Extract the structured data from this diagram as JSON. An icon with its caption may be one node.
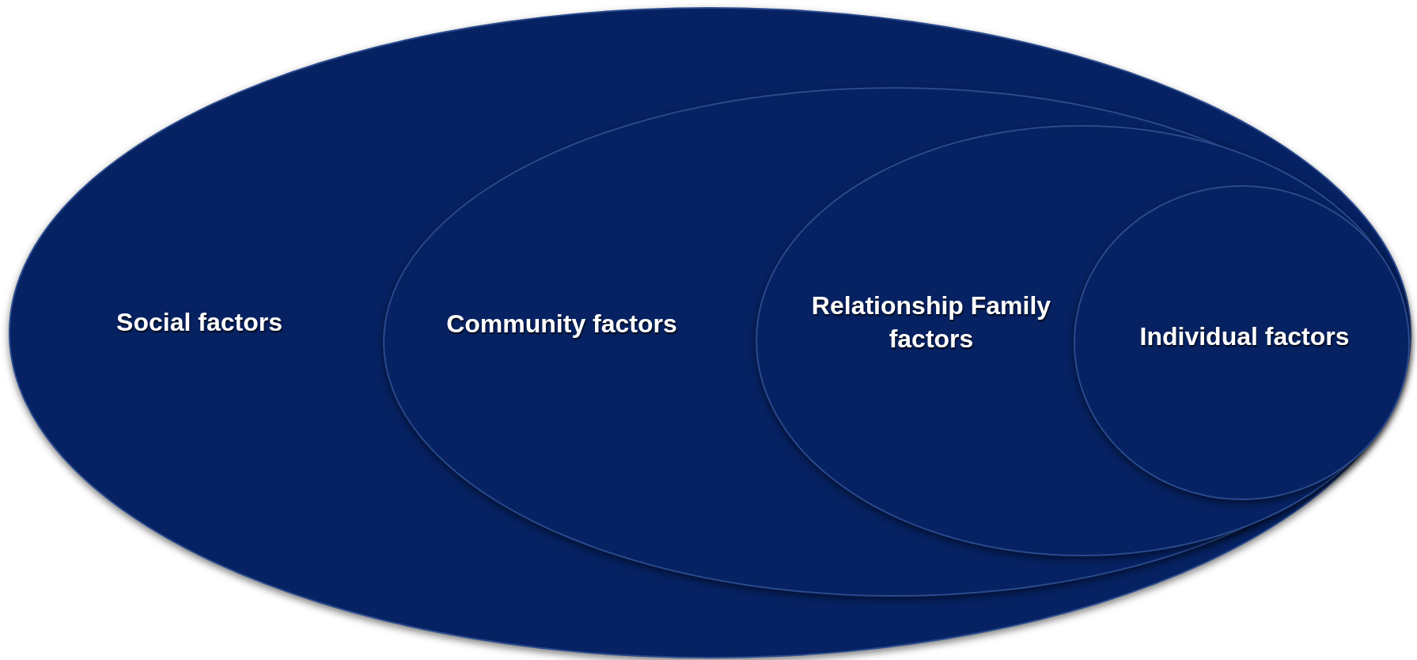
{
  "diagram": {
    "nodes": [
      {
        "text": [
          "Social factors"
        ]
      },
      {
        "text": [
          "Community factors"
        ],
        "in": 0
      },
      {
        "text": [
          "Relationship Family factors"
        ],
        "in": 1
      },
      {
        "text": [
          "Individual factors"
        ],
        "in": 2
      }
    ]
  }
}
